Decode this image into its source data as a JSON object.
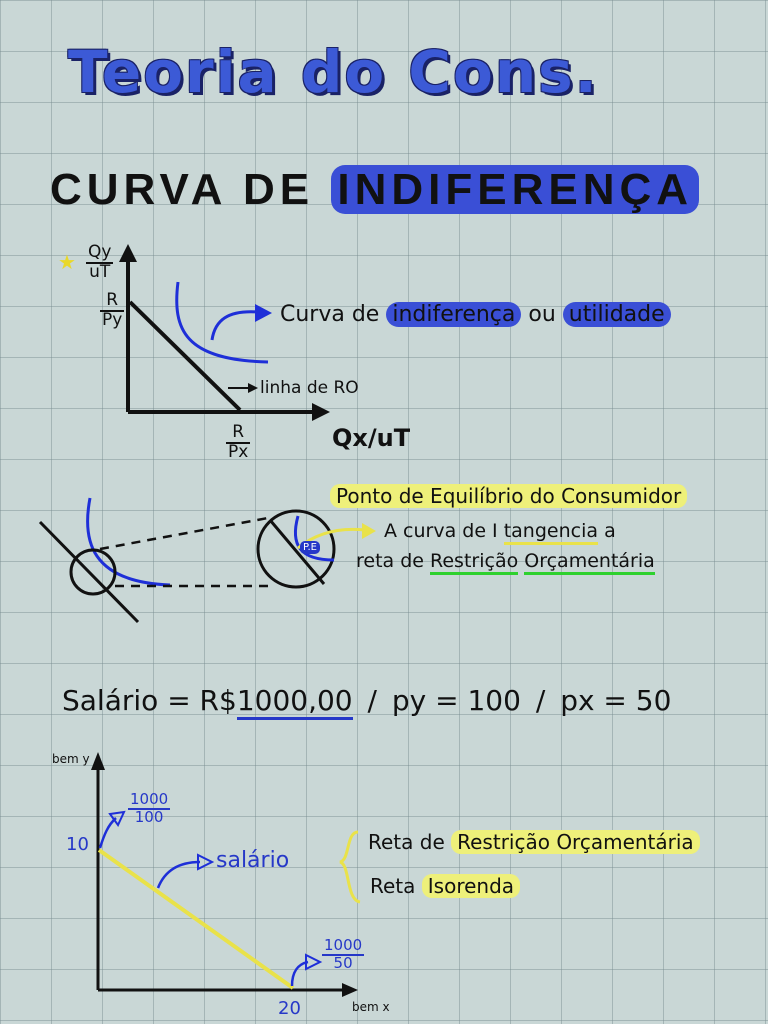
{
  "title": "Teoria do Cons.",
  "heading": {
    "prefix": "CURVA DE",
    "highlight": "INDIFERENÇA"
  },
  "graph1": {
    "y_label_num": "Qy",
    "y_label_den": "uT",
    "y_intercept_num": "R",
    "y_intercept_den": "Py",
    "x_intercept_num": "R",
    "x_intercept_den": "Px",
    "x_label": "Qx/uT",
    "star": "★",
    "curve_label_prefix": "Curva de",
    "curve_label_hl1": "indiferença",
    "curve_label_mid": "ou",
    "curve_label_hl2": "utilidade",
    "line_label": "linha de RO"
  },
  "equilibrium": {
    "title": "Ponto de Equilíbrio do Consumidor",
    "point_label": "P.E",
    "text1_a": "A curva de I",
    "text1_b": "tangencia",
    "text1_c": "a",
    "text2_a": "reta de",
    "text2_b": "Restrição",
    "text2_c": "Orçamentária"
  },
  "salary": {
    "label": "Salário = R$",
    "amount": "1000,00",
    "py": "py = 100",
    "px": "px = 50"
  },
  "graph2": {
    "y_axis_label": "bem y",
    "x_axis_label": "bem x",
    "y_value": "10",
    "x_value": "20",
    "y_frac_num": "1000",
    "y_frac_den": "100",
    "x_frac_num": "1000",
    "x_frac_den": "50",
    "line_label": "salário",
    "brace_item1_a": "Reta de",
    "brace_item1_b": "Restrição Orçamentária",
    "brace_item2_a": "Reta",
    "brace_item2_b": "Isorenda"
  },
  "colors": {
    "blue": "#2638c8",
    "yellow": "#e9e24a",
    "green": "#2ed12e"
  }
}
